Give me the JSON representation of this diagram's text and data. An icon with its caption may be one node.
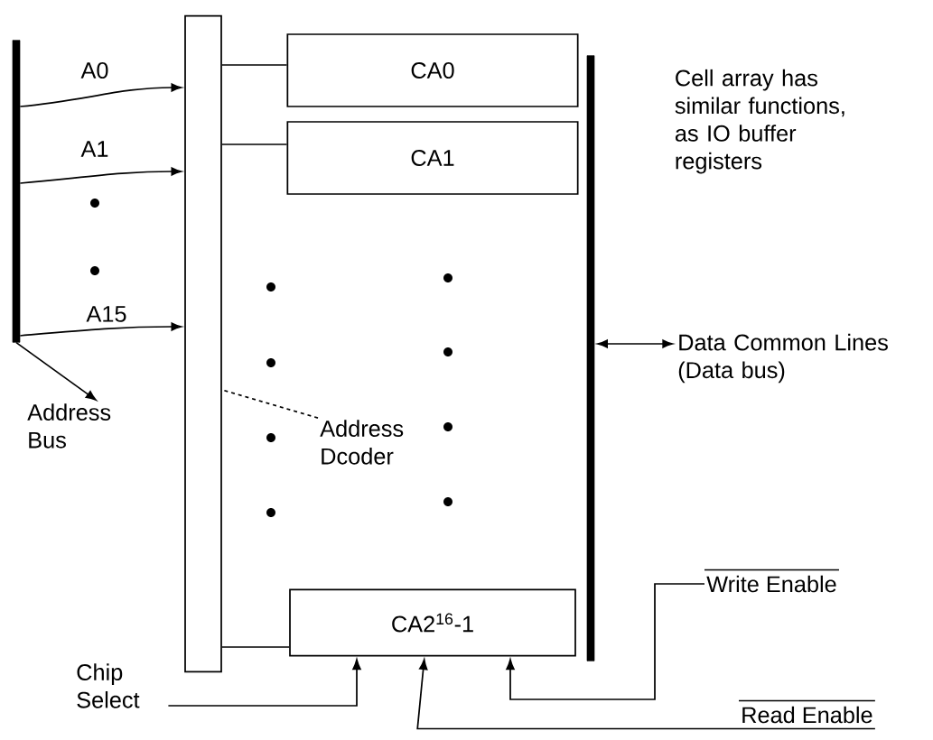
{
  "diagram": {
    "nodes": [
      {
        "text": [],
        "shape": "bar"
      },
      {
        "text": [
          "Address Bus"
        ]
      },
      {
        "text": [],
        "shape": "box"
      },
      {
        "text": [
          "CA0"
        ]
      },
      {
        "text": [
          "CA1"
        ]
      },
      {
        "text": [
          "Address Dcoder"
        ]
      },
      {
        "text": [
          "CA2$^{16}$-1"
        ]
      },
      {
        "text": [],
        "shape": "bar"
      },
      {
        "text": [
          "Data Common Lines (Data bus)"
        ]
      },
      {
        "text": [
          "Chip Select"
        ]
      },
      {
        "text": [
          "Write Enable"
        ]
      },
      {
        "text": [
          "Read Enable"
        ]
      }
    ],
    "edges": [
      {
        "from": 0,
        "to": 2,
        "arrow": "to",
        "label": "A0"
      },
      {
        "from": 0,
        "to": 2,
        "arrow": "to",
        "label": "A1"
      },
      {
        "from": 0,
        "to": 2,
        "arrow": "to",
        "label": "A15"
      },
      {
        "from": 0,
        "to": 1,
        "arrow": "to"
      },
      {
        "from": 2,
        "to": 3,
        "arrow": "none"
      },
      {
        "from": 2,
        "to": 4,
        "arrow": "none"
      },
      {
        "from": 2,
        "to": 6,
        "arrow": "none"
      },
      {
        "from": 5,
        "to": 2,
        "arrow": "none",
        "style": "dashed"
      },
      {
        "from": 7,
        "to": 8,
        "arrow": "both"
      },
      {
        "from": 9,
        "to": 6,
        "arrow": "to"
      },
      {
        "from": 11,
        "to": 6,
        "arrow": "to"
      },
      {
        "from": 10,
        "to": 6,
        "arrow": "to"
      }
    ],
    "labels": [
      "Cell array has similar functions, as IO buffer registers"
    ]
  }
}
